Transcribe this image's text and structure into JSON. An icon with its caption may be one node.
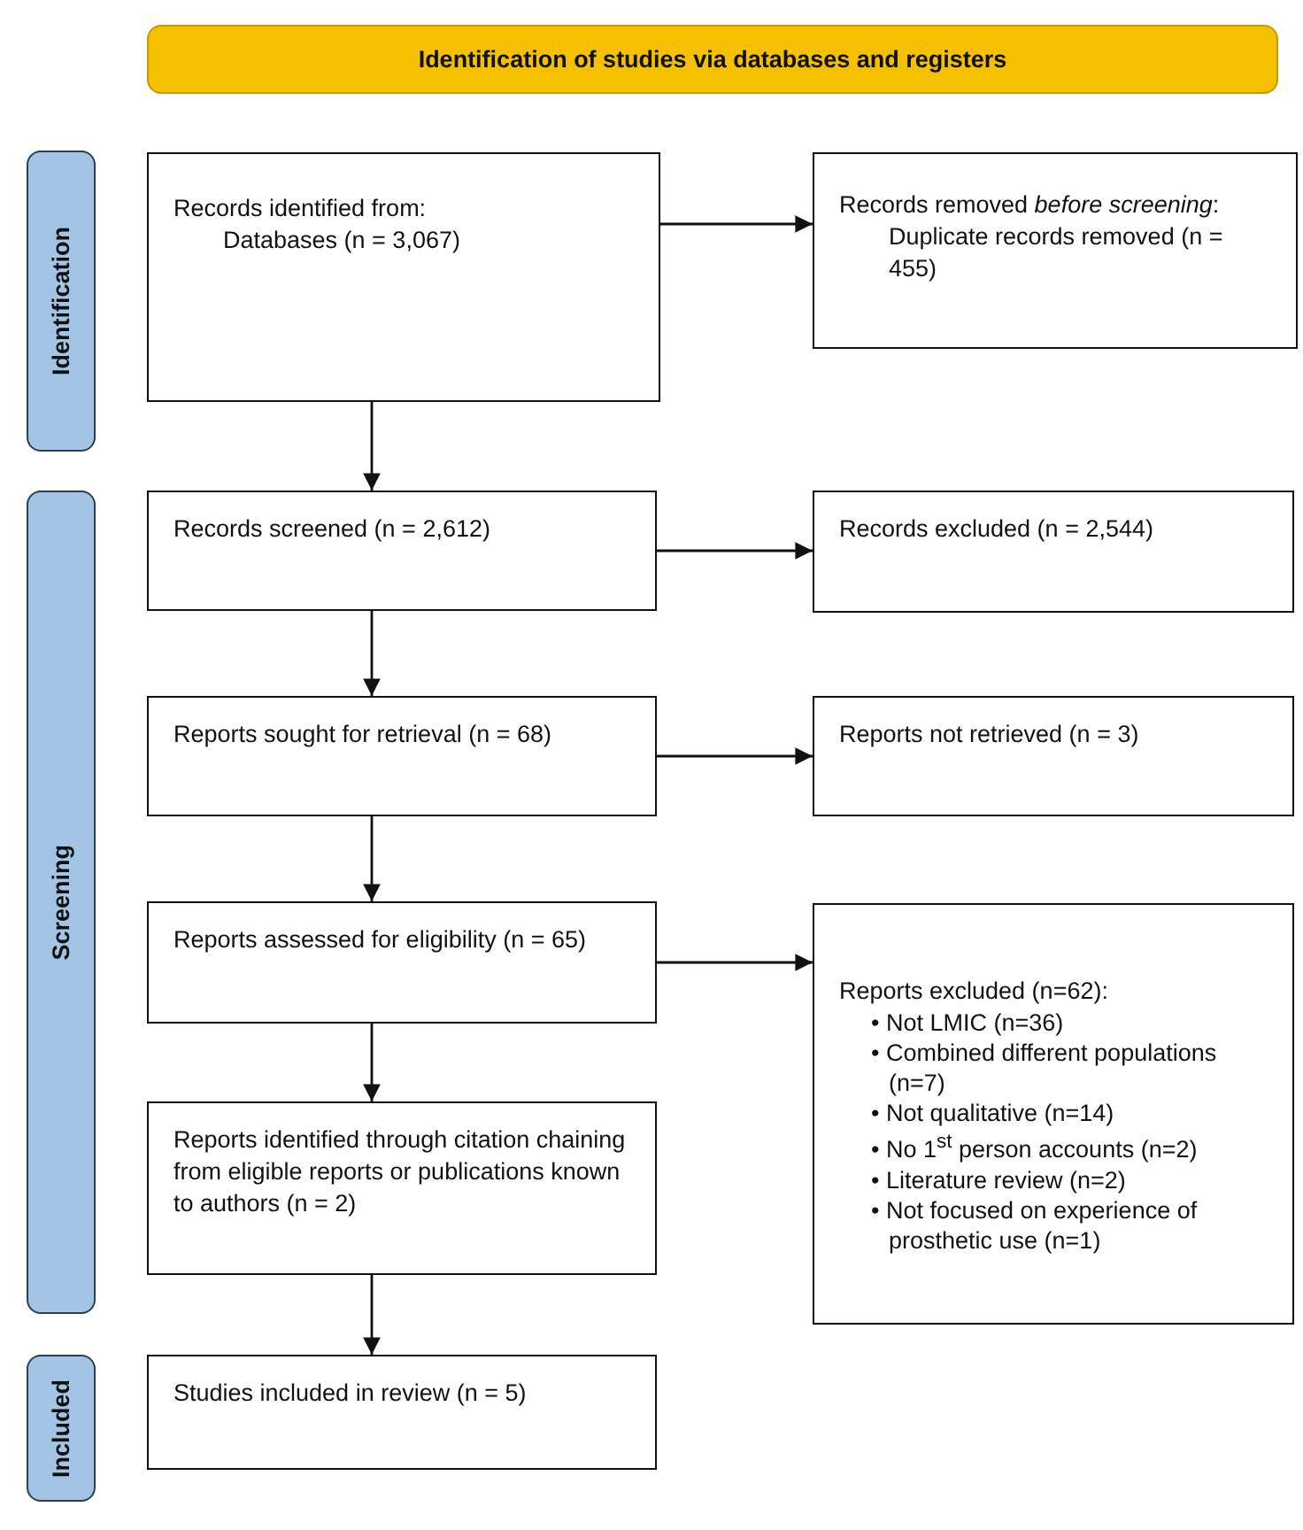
{
  "diagram": {
    "nodes": [
      {
        "text": [
          "Identification of studies via databases and registers"
        ]
      },
      {
        "text": [
          "Identification"
        ]
      },
      {
        "text": [
          "Screening"
        ]
      },
      {
        "text": [
          "Included"
        ]
      },
      {
        "text": [
          "Records identified from:",
          "Databases (n = 3,067)"
        ]
      },
      {
        "text": [
          "Records removed *before screening*:",
          "Duplicate records removed (n = 455)"
        ]
      },
      {
        "text": [
          "Records screened (n = 2,612)"
        ]
      },
      {
        "text": [
          "Records excluded (n = 2,544)"
        ]
      },
      {
        "text": [
          "Reports sought for retrieval (n = 68)"
        ]
      },
      {
        "text": [
          "Reports not retrieved (n = 3)"
        ]
      },
      {
        "text": [
          "Reports assessed for eligibility (n = 65)"
        ]
      },
      {
        "text": [
          "Reports excluded (n=62):",
          "• Not LMIC (n=36)",
          "• Combined different populations (n=7)",
          "• Not qualitative (n=14)",
          "• No 1$^{st}$ person accounts (n=2)",
          "• Literature review (n=2)",
          "• Not focused on experience of prosthetic use (n=1)"
        ]
      },
      {
        "text": [
          "Reports identified through citation chaining from eligible reports or publications known to authors (n = 2)"
        ]
      },
      {
        "text": [
          "Studies included in review (n = 5)"
        ]
      }
    ],
    "edges": [
      {
        "from": 4,
        "to": 5,
        "arrow": "to"
      },
      {
        "from": 4,
        "to": 6,
        "arrow": "to"
      },
      {
        "from": 6,
        "to": 7,
        "arrow": "to"
      },
      {
        "from": 6,
        "to": 8,
        "arrow": "to"
      },
      {
        "from": 8,
        "to": 9,
        "arrow": "to"
      },
      {
        "from": 8,
        "to": 10,
        "arrow": "to"
      },
      {
        "from": 10,
        "to": 11,
        "arrow": "to"
      },
      {
        "from": 10,
        "to": 12,
        "arrow": "to"
      },
      {
        "from": 12,
        "to": 13,
        "arrow": "to"
      }
    ]
  }
}
